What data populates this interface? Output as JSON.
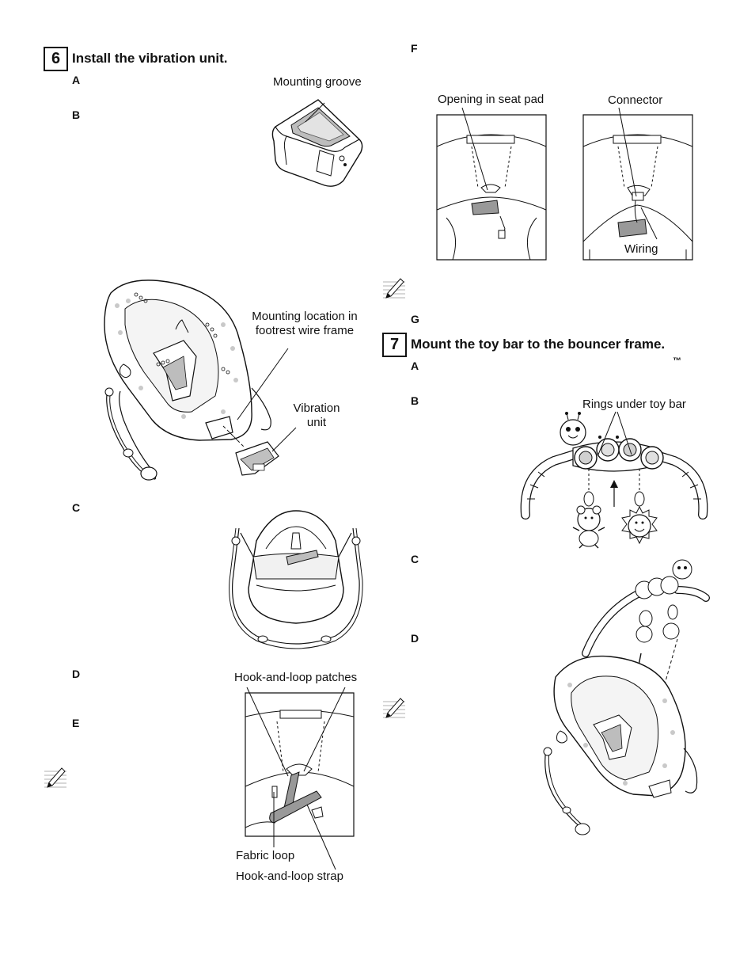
{
  "step6": {
    "number": "6",
    "title": "Install the vibration unit.",
    "letters": [
      "A",
      "B",
      "C",
      "D",
      "E"
    ]
  },
  "step6_labels": {
    "mounting_groove": "Mounting groove",
    "mounting_location": "Mounting location in footrest wire frame",
    "vibration_unit": "Vibration unit",
    "hook_and_loop_patches": "Hook-and-loop patches",
    "fabric_loop": "Fabric loop",
    "hook_and_loop_strap": "Hook-and-loop strap"
  },
  "stepF": {
    "letter": "F",
    "opening_label": "Opening in seat pad",
    "connector_label": "Connector",
    "wiring_label": "Wiring"
  },
  "stepG": {
    "letter": "G"
  },
  "step7": {
    "number": "7",
    "title": "Mount the toy bar to the bouncer frame.",
    "trademark": "™",
    "letters": [
      "A",
      "B",
      "C",
      "D"
    ],
    "rings_label": "Rings under toy bar"
  },
  "icons": [
    "pencil-note-icon",
    "pencil-note-icon",
    "pencil-note-icon"
  ]
}
